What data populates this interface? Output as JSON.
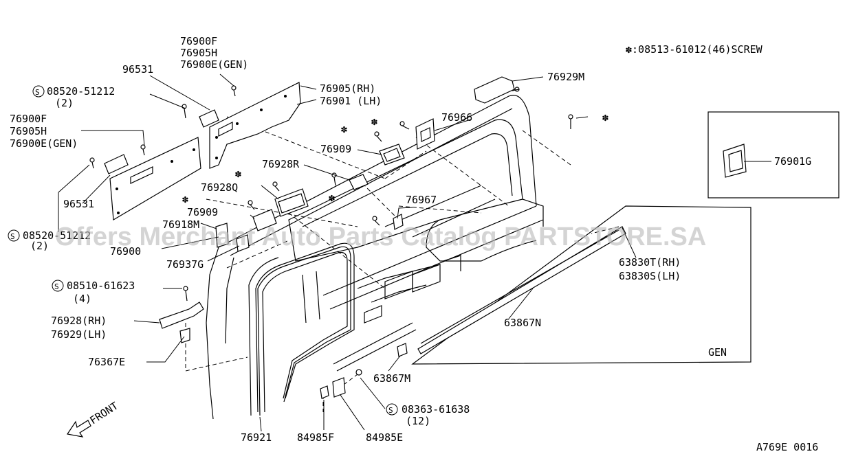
{
  "note": "✽:08513-61012(46)SCREW",
  "watermark": "Offers Merchant Auto Parts Catalog PARTSTORE.SA",
  "figure_code": "A769E 0016",
  "front_label": "FRONT",
  "gen_label": "GEN",
  "callouts": {
    "l_76900F_top": "76900F",
    "l_76905H_top": "76905H",
    "l_76900E_top": "76900E(GEN)",
    "l_96531_top": "96531",
    "l_08520_top": "08520-51212",
    "l_08520_top_qty": "(2)",
    "l_76905RH": "76905(RH)",
    "l_76901LH": "76901 (LH)",
    "l_76929M": "76929M",
    "l_76966": "76966",
    "l_76900F_left": "76900F",
    "l_76905H_left": "76905H",
    "l_76900E_left": "76900E(GEN)",
    "l_76909_a": "76909",
    "l_76928R": "76928R",
    "l_76928Q": "76928Q",
    "l_76909_b": "76909",
    "l_76918M": "76918M",
    "l_96531_left": "96531",
    "l_08520_left": "08520-51212",
    "l_08520_left_qty": "(2)",
    "l_76900": "76900",
    "l_76937G": "76937G",
    "l_76967": "76967",
    "l_76901G": "76901G",
    "l_63830T": "63830T(RH)",
    "l_63830S": "63830S(LH)",
    "l_63867N": "63867N",
    "l_08510": "08510-61623",
    "l_08510_qty": "(4)",
    "l_76928RH": "76928(RH)",
    "l_76929LH": "76929(LH)",
    "l_76367E": "76367E",
    "l_63867M": "63867M",
    "l_08363": "08363-61638",
    "l_08363_qty": "(12)",
    "l_76921": "76921",
    "l_84985F": "84985F",
    "l_84985E": "84985E"
  },
  "asterisks": {
    "star": "✽"
  }
}
